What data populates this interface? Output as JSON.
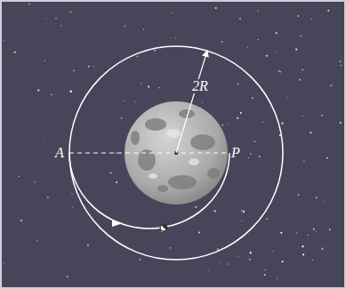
{
  "diagram": {
    "labels": [
      "2R",
      "A",
      "P"
    ]
  }
}
